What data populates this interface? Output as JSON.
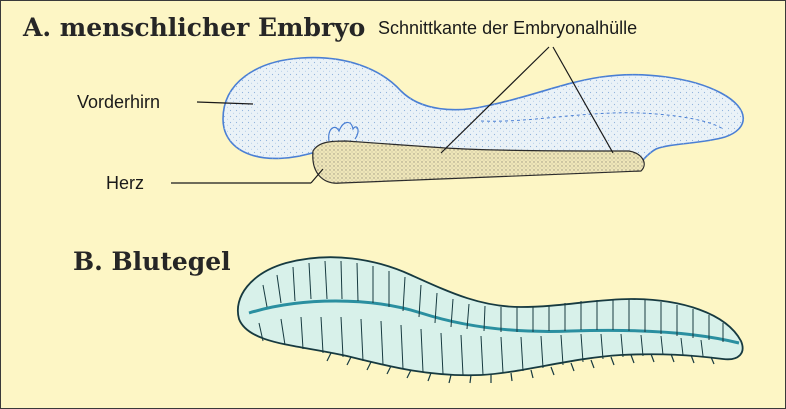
{
  "title_a": "A. menschlicher Embryo",
  "title_b": "B. Blutegel",
  "labels": {
    "vorderhirn": "Vorderhirn",
    "herz": "Herz",
    "schnittkante": "Schnittkante der Embryonalhülle"
  },
  "colors": {
    "background": "#fdf6c5",
    "embryo_outline": "#4a7fd4",
    "embryo_fill": "#e9f1f6",
    "leech_outline": "#173a40",
    "leech_fill": "#d8f1ea",
    "leech_stripe": "#2a8fa0",
    "herz_dark": "#2a2a2a",
    "herz_fill": "#efe6b8"
  }
}
